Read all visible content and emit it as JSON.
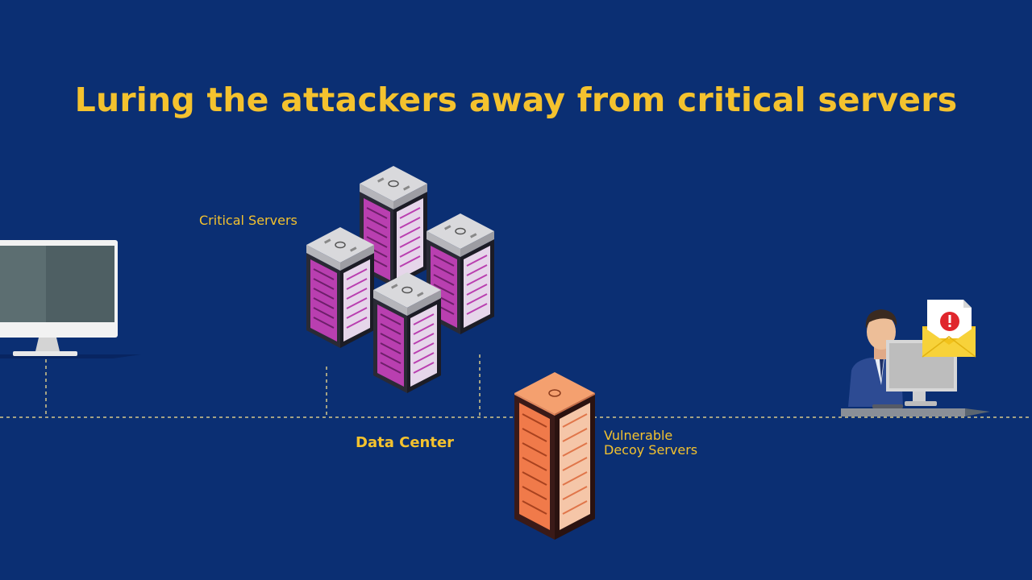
{
  "title": "Luring the attackers away from critical servers",
  "labels": {
    "critical_servers": "Critical Servers",
    "data_center": "Data Center",
    "decoy_line1": "Vulnerable",
    "decoy_line2": "Decoy Servers"
  },
  "icons": [
    "monitor-icon",
    "server-rack-icon",
    "decoy-server-icon",
    "analyst-icon",
    "alert-envelope-icon"
  ],
  "colors": {
    "background": "#0b2f73",
    "accent": "#f4c22e",
    "critical_server": "#b93fb0",
    "decoy_server": "#f07a4a",
    "alert": "#e0262c"
  }
}
